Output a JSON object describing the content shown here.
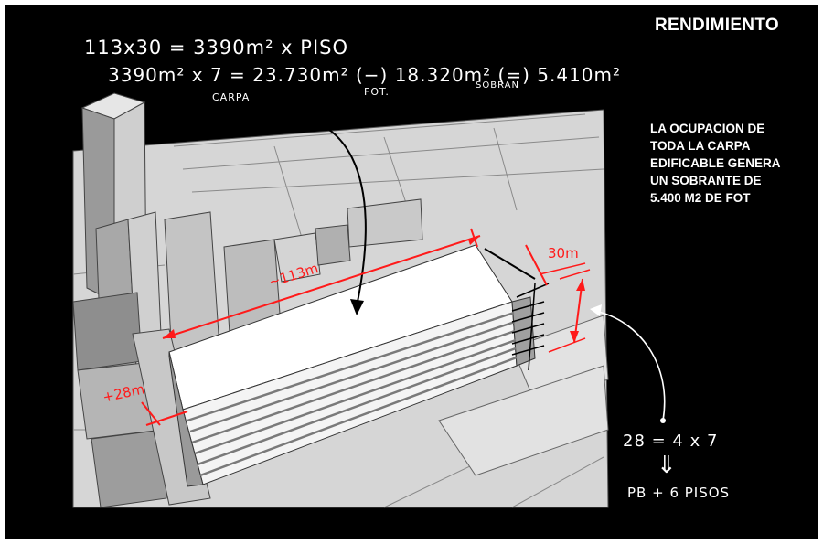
{
  "title": "RENDIMIENTO",
  "description_lines": [
    "LA OCUPACION DE",
    "TODA LA CARPA",
    "EDIFICABLE GENERA",
    "UN SOBRANTE DE",
    "5.400 M2 DE FOT"
  ],
  "handwritten": {
    "line1": "113x30 = 3390m² x PISO",
    "line2": "3390m² x 7 = 23.730m² (−) 18.320m² (=) 5.410m²",
    "label_carpa": "CARPA",
    "label_fot": "FOT.",
    "label_sobran": "SOBRAN",
    "equation": "28 = 4 x 7",
    "arrow": "⇓",
    "result": "PB + 6 PISOS"
  },
  "dimensions": {
    "length": "~113m",
    "width": "30m",
    "height": "+28m"
  },
  "colors": {
    "board": "#000000",
    "ink": "#ffffff",
    "annotation": "#ff1a1a",
    "ground": "#d9d9d9",
    "building": "#bfbfbf"
  }
}
